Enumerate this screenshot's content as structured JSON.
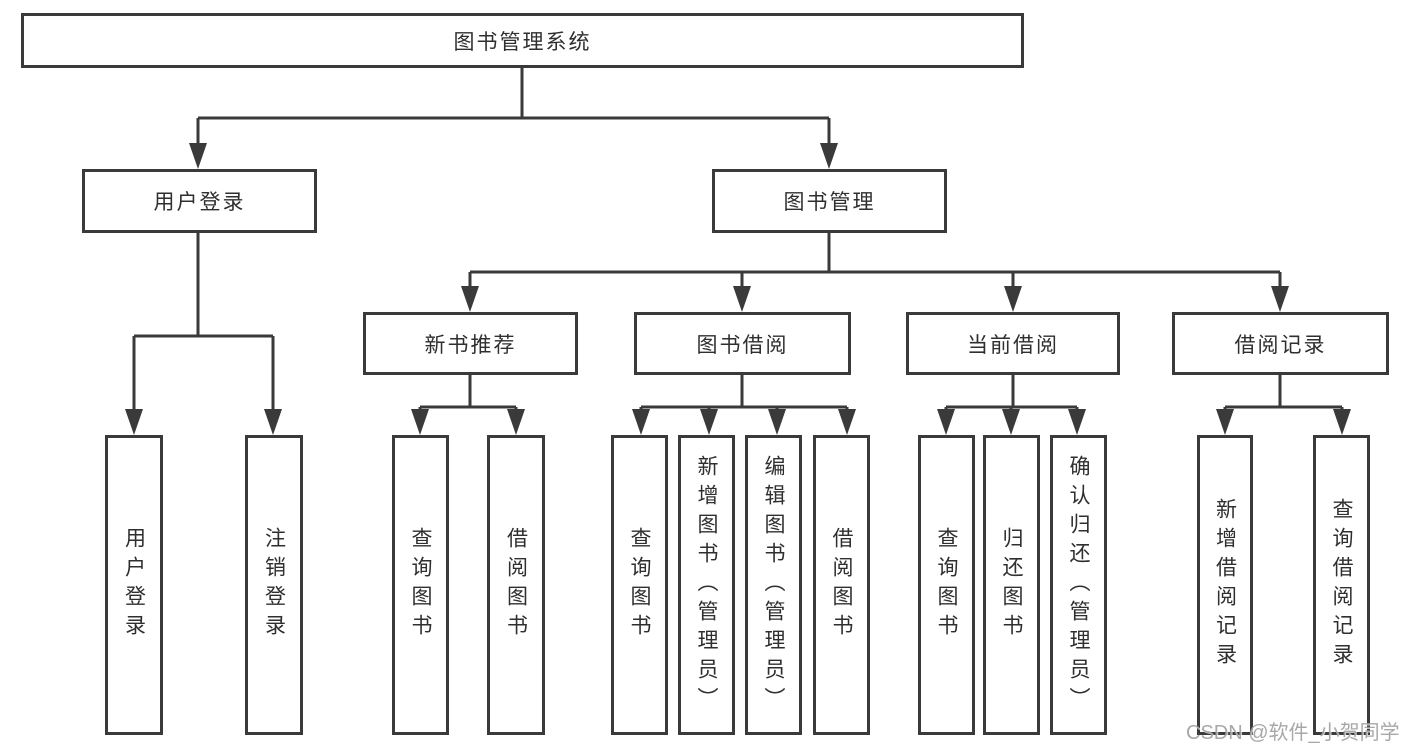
{
  "title": {
    "label": "图书管理系统"
  },
  "level2": {
    "user_login": {
      "label": "用户登录"
    },
    "book_mgmt": {
      "label": "图书管理"
    }
  },
  "level3": {
    "new_book": {
      "label": "新书推荐"
    },
    "book_borrow": {
      "label": "图书借阅"
    },
    "current_borrow": {
      "label": "当前借阅"
    },
    "borrow_record": {
      "label": "借阅记录"
    }
  },
  "leaves": {
    "user_login_leaf": {
      "label": "用户登录"
    },
    "logout": {
      "label": "注销登录"
    },
    "nb_query": {
      "label": "查询图书"
    },
    "nb_borrow": {
      "label": "借阅图书"
    },
    "bb_query": {
      "label": "查询图书"
    },
    "bb_add": {
      "label": "新增图书（管理员）"
    },
    "bb_edit": {
      "label": "编辑图书（管理员）"
    },
    "bb_borrow": {
      "label": "借阅图书"
    },
    "cb_query": {
      "label": "查询图书"
    },
    "cb_return": {
      "label": "归还图书"
    },
    "cb_confirm": {
      "label": "确认归还（管理员）"
    },
    "br_add": {
      "label": "新增借阅记录"
    },
    "br_query": {
      "label": "查询借阅记录"
    }
  },
  "watermark": {
    "label": "CSDN @软件_小贺同学"
  },
  "colors": {
    "line": "#3a3a3a",
    "border": "#3a3a3a",
    "text": "#2f2f2f",
    "watermark": "#9e9e9e"
  }
}
